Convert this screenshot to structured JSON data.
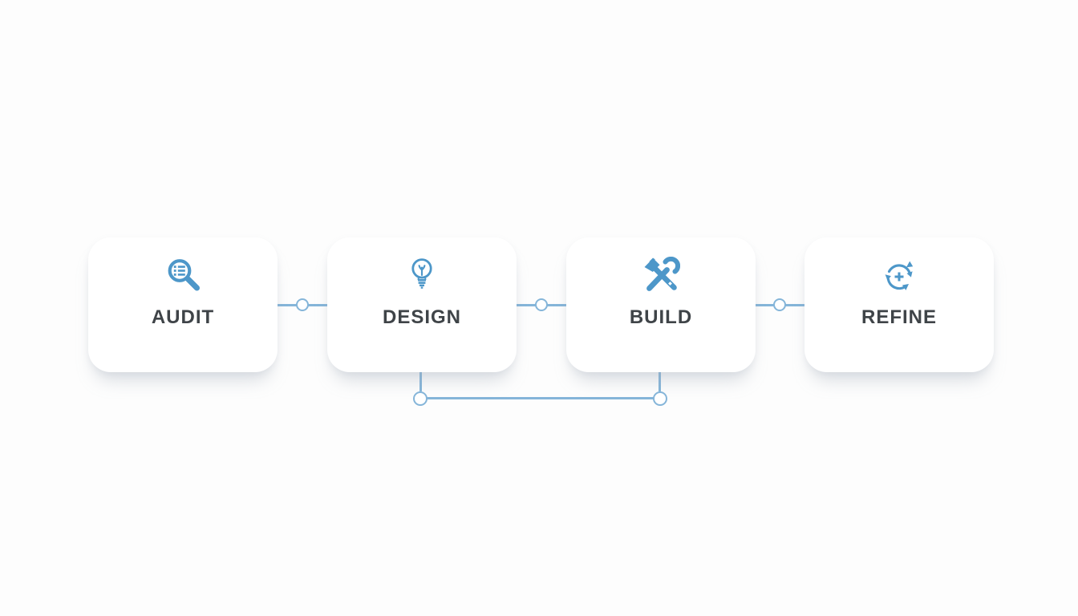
{
  "palette": {
    "page_bg": "#fdfdfd",
    "card_bg": "#ffffff",
    "connector_blue": "#85b5d9",
    "icon_blue": "#4d97c9",
    "label_color": "#3f4448"
  },
  "diagram": {
    "type": "process-flow",
    "steps": [
      {
        "label": "AUDIT",
        "icon": "search-checklist-icon"
      },
      {
        "label": "DESIGN",
        "icon": "lightbulb-icon"
      },
      {
        "label": "BUILD",
        "icon": "hammer-wrench-icon"
      },
      {
        "label": "REFINE",
        "icon": "refresh-plus-icon"
      }
    ],
    "connections": [
      {
        "from": "AUDIT",
        "to": "DESIGN",
        "style": "horizontal-with-node"
      },
      {
        "from": "DESIGN",
        "to": "BUILD",
        "style": "horizontal-with-node"
      },
      {
        "from": "BUILD",
        "to": "REFINE",
        "style": "horizontal-with-node"
      },
      {
        "from": "DESIGN",
        "to": "BUILD",
        "style": "bottom-loop-with-nodes"
      }
    ]
  }
}
